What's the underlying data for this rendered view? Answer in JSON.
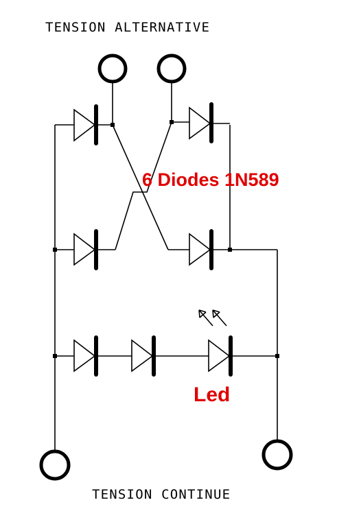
{
  "labels": {
    "top": "TENSION ALTERNATIVE",
    "bottom": "TENSION CONTINUE",
    "diodes": "6 Diodes 1N589",
    "led": "Led"
  },
  "colors": {
    "line": "#000000",
    "annotation": "#e00000",
    "background": "#ffffff"
  }
}
